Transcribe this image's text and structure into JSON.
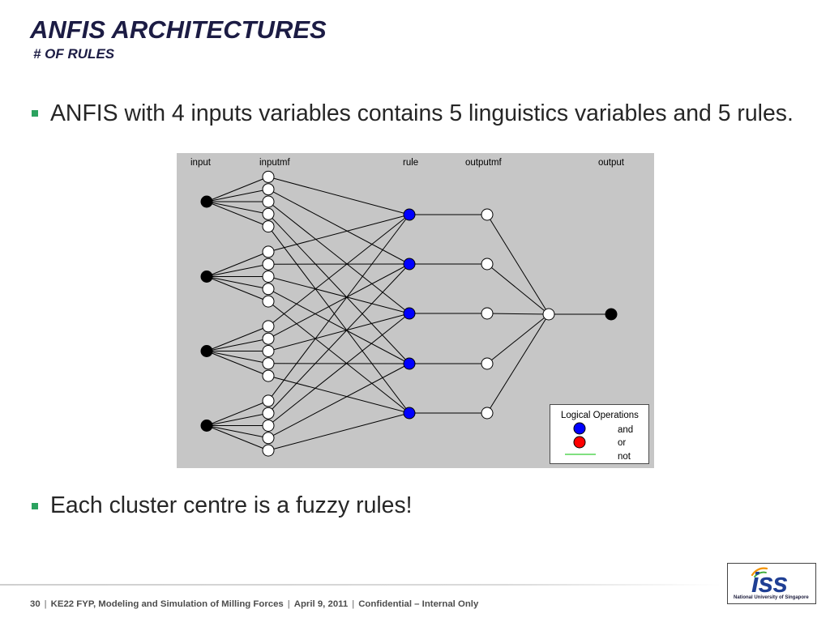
{
  "slide": {
    "title": "ANFIS ARCHITECTURES",
    "subtitle": "# OF RULES",
    "bullets": [
      "ANFIS with 4 inputs variables contains 5 linguistics variables and 5 rules.",
      "Each cluster centre is a fuzzy rules!"
    ],
    "colors": {
      "title": "#1c1c44",
      "bullet_marker": "#2ba25f"
    }
  },
  "diagram": {
    "layer_labels": [
      "input",
      "inputmf",
      "rule",
      "outputmf",
      "output"
    ],
    "node_colors": {
      "input": "#000000",
      "inputmf": "#ffffff",
      "rule": "#0000ff",
      "outputmf": "#ffffff",
      "aggregation": "#ffffff",
      "output": "#000000"
    },
    "legend": {
      "title": "Logical Operations",
      "items": [
        {
          "label": "and",
          "color": "#0000ff"
        },
        {
          "label": "or",
          "color": "#ff0000"
        },
        {
          "label": "not",
          "color": "#00c000"
        }
      ]
    }
  },
  "footer": {
    "page_number": "30",
    "separator": "|",
    "presentation_title": "KE22 FYP, Modeling and Simulation of Milling Forces",
    "date": "April 9, 2011",
    "classification": "Confidential – Internal Only"
  },
  "logo": {
    "wordmark": "iss",
    "caption": "National University of Singapore"
  }
}
